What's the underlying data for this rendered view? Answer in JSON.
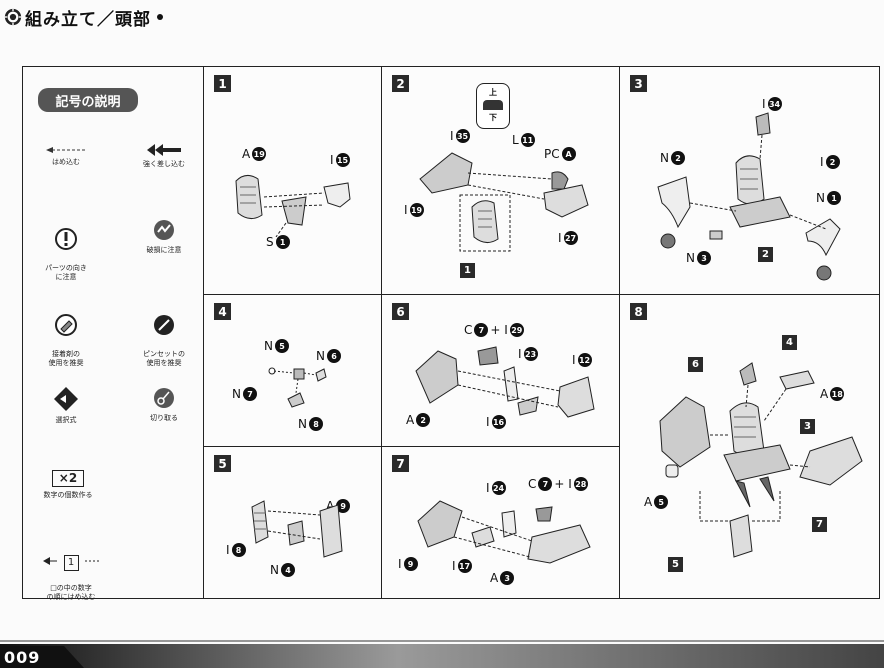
{
  "page": {
    "title": "組み立て／頭部",
    "page_number": "009"
  },
  "legend": {
    "title": "記号の説明",
    "items": [
      {
        "label": "はめ込む"
      },
      {
        "label": "強く差し込む"
      },
      {
        "label": "パーツの向き\nに注意"
      },
      {
        "label": "破損に注意"
      },
      {
        "label": "接着剤の\n使用を推奨"
      },
      {
        "label": "ピンセットの\n使用を推奨"
      },
      {
        "label": "選択式"
      },
      {
        "label": "切り取る"
      },
      {
        "label": "数字の個数作る",
        "badge": "×2"
      },
      {
        "label": "□の中の数字\nの順にはめ込む",
        "badge": "1"
      }
    ]
  },
  "steps": [
    {
      "number": "1",
      "labels": [
        {
          "letter": "A",
          "n": "19"
        },
        {
          "letter": "I",
          "n": "15"
        },
        {
          "letter": "S",
          "n": "1"
        }
      ]
    },
    {
      "number": "2",
      "labels": [
        {
          "letter": "I",
          "n": "35"
        },
        {
          "letter": "L",
          "n": "11"
        },
        {
          "letter": "PC",
          "n": "A"
        },
        {
          "letter": "I",
          "n": "19"
        },
        {
          "letter": "I",
          "n": "27"
        }
      ],
      "orientation": {
        "up": "上",
        "down": "下"
      },
      "sub_steps": [
        "1"
      ]
    },
    {
      "number": "3",
      "labels": [
        {
          "letter": "I",
          "n": "34"
        },
        {
          "letter": "N",
          "n": "2"
        },
        {
          "letter": "I",
          "n": "2"
        },
        {
          "letter": "N",
          "n": "1"
        },
        {
          "letter": "N",
          "n": "3"
        }
      ],
      "sub_steps": [
        "2"
      ]
    },
    {
      "number": "4",
      "labels": [
        {
          "letter": "N",
          "n": "5"
        },
        {
          "letter": "N",
          "n": "6"
        },
        {
          "letter": "N",
          "n": "7"
        },
        {
          "letter": "N",
          "n": "8"
        }
      ]
    },
    {
      "number": "5",
      "labels": [
        {
          "letter": "A",
          "n": "9"
        },
        {
          "letter": "I",
          "n": "8"
        },
        {
          "letter": "N",
          "n": "4"
        }
      ]
    },
    {
      "number": "6",
      "labels": [
        {
          "letter": "C",
          "n": "7",
          "plus": "+ I",
          "n2": "29"
        },
        {
          "letter": "I",
          "n": "23"
        },
        {
          "letter": "I",
          "n": "12"
        },
        {
          "letter": "A",
          "n": "2"
        },
        {
          "letter": "I",
          "n": "16"
        }
      ]
    },
    {
      "number": "7",
      "labels": [
        {
          "letter": "I",
          "n": "24"
        },
        {
          "letter": "C",
          "n": "7",
          "plus": "+ I",
          "n2": "28"
        },
        {
          "letter": "I",
          "n": "9"
        },
        {
          "letter": "I",
          "n": "17"
        },
        {
          "letter": "A",
          "n": "3"
        }
      ]
    },
    {
      "number": "8",
      "labels": [
        {
          "letter": "A",
          "n": "18"
        },
        {
          "letter": "A",
          "n": "5"
        }
      ],
      "sub_steps": [
        "6",
        "4",
        "3",
        "7",
        "5"
      ]
    }
  ]
}
